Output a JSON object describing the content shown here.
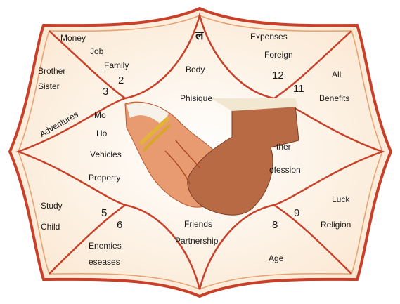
{
  "chart": {
    "lagna_symbol": "ल",
    "houses": [
      {
        "num": "",
        "labels": [
          "Body",
          "Phisique"
        ]
      },
      {
        "num": "2",
        "labels": [
          "Money",
          "Job",
          "Family"
        ]
      },
      {
        "num": "3",
        "labels": [
          "Brother",
          "Sister",
          "Adventures"
        ]
      },
      {
        "num": "",
        "labels": [
          "Mo",
          "Ho",
          "Vehicles",
          "Property"
        ]
      },
      {
        "num": "5",
        "labels": [
          "Study",
          "Child"
        ]
      },
      {
        "num": "6",
        "labels": [
          "Enemies",
          "eseases"
        ]
      },
      {
        "num": "",
        "labels": [
          "Friends",
          "Partnership"
        ]
      },
      {
        "num": "8",
        "labels": [
          "Age"
        ]
      },
      {
        "num": "9",
        "labels": [
          "Luck",
          "Religion"
        ]
      },
      {
        "num": "",
        "labels": [
          "ther",
          "ofession"
        ]
      },
      {
        "num": "11",
        "labels": [
          "All",
          "Benefits"
        ]
      },
      {
        "num": "12",
        "labels": [
          "Expenses",
          "Foreign"
        ]
      }
    ],
    "line_color": "#c8402a",
    "fill_color": "#fdf2e2"
  },
  "photo": {
    "subject": "clasped-hands-with-henna"
  }
}
